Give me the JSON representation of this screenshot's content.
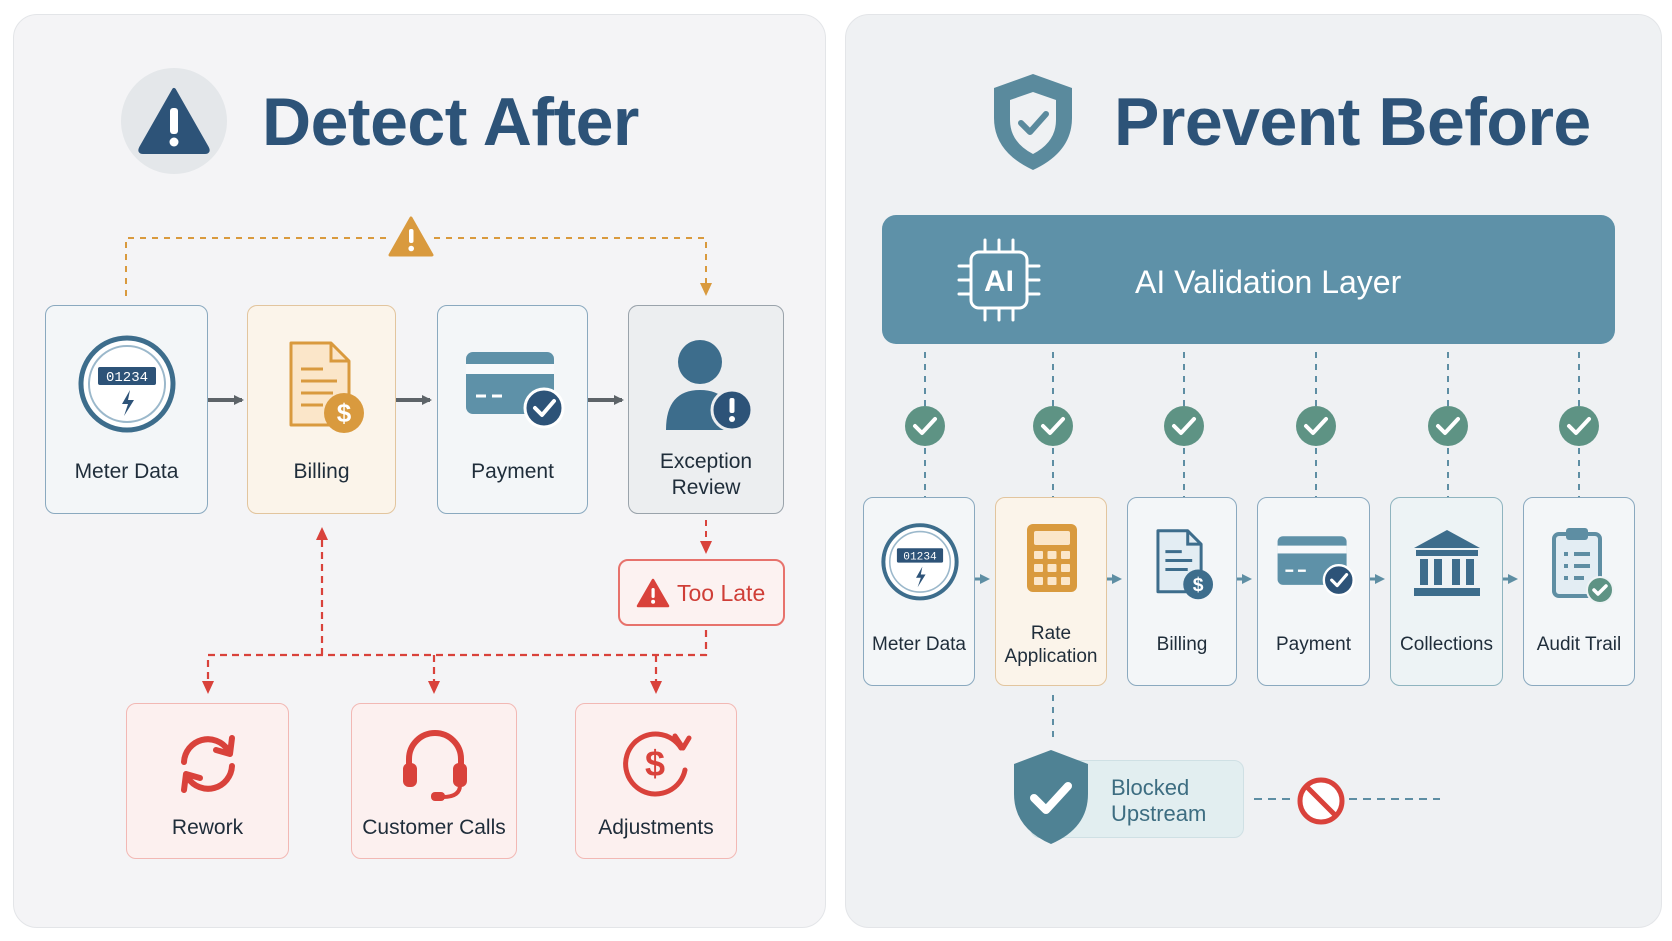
{
  "left": {
    "title": "Detect After",
    "boxes": [
      {
        "label": "Meter Data",
        "meter_digits": "01234"
      },
      {
        "label": "Billing"
      },
      {
        "label": "Payment"
      },
      {
        "label": "Exception Review"
      }
    ],
    "too_late": "Too Late",
    "consequences": [
      {
        "label": "Rework"
      },
      {
        "label": "Customer Calls"
      },
      {
        "label": "Adjustments"
      }
    ]
  },
  "right": {
    "title": "Prevent Before",
    "ai_badge": "AI",
    "ai_layer": "AI Validation Layer",
    "steps": [
      {
        "label": "Meter Data",
        "meter_digits": "01234"
      },
      {
        "label": "Rate Application"
      },
      {
        "label": "Billing"
      },
      {
        "label": "Payment"
      },
      {
        "label": "Collections"
      },
      {
        "label": "Audit Trail"
      }
    ],
    "blocked": "Blocked Upstream"
  },
  "colors": {
    "title": "#2d5378",
    "alert_orange": "#d99a3e",
    "alert_red": "#d9423b",
    "ai_layer": "#5e91a8",
    "check_green": "#5e9384"
  },
  "icons": {
    "left_header": "warning-triangle-icon",
    "right_header": "shield-check-icon",
    "ai": "ai-chip-icon",
    "blocked": "prohibited-icon"
  }
}
